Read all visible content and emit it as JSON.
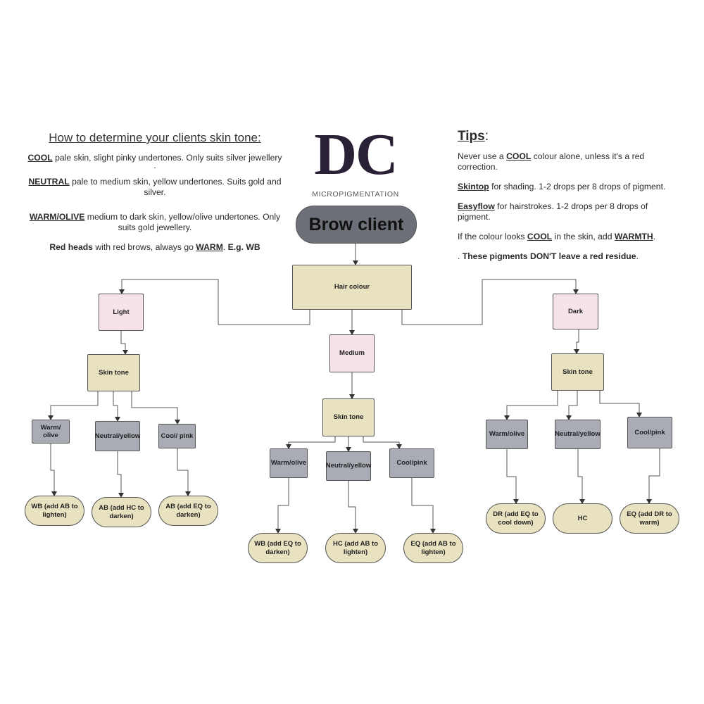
{
  "left_panel": {
    "heading": "How to determine your clients skin tone:",
    "cool_label": "COOL",
    "cool_text": " pale skin, slight pinky undertones. Only suits silver jewellery",
    "cool_dot": ".",
    "neutral_label": " NEUTRAL",
    "neutral_text": " pale to medium skin, yellow undertones. Suits gold and silver.",
    "warm_label": "WARM/OLIVE",
    "warm_text": " medium to dark skin, yellow/olive undertones. Only suits gold jewellery.",
    "red_label": "Red heads",
    "red_text": " with red brows, always go ",
    "red_warm": "WARM",
    "red_dot": ". ",
    "red_eg": "E.g. WB"
  },
  "logo": {
    "letters": "DC",
    "subtitle": "MICROPIGMENTATION"
  },
  "tips": {
    "heading": "Tips",
    "heading_colon": ":",
    "t1_a": "Never use a ",
    "t1_kw": "COOL",
    "t1_b": " colour alone, unless it's a red correction.",
    "t2_kw": "Skintop",
    "t2_b": " for shading. 1-2 drops per 8 drops of pigment.",
    "t3_kw": "Easyflow",
    "t3_b": " for hairstrokes. 1-2 drops per 8 drops of pigment.",
    "t4_a": "If the colour looks ",
    "t4_kw": "COOL",
    "t4_b": " in the skin, add ",
    "t4_kw2": "WARMTH",
    "t4_c": ".",
    "t5_a": ". ",
    "t5_b": "These pigments DON'T leave a red residue",
    "t5_c": "."
  },
  "title": "Brow client",
  "nodes": {
    "hair_colour": "Hair colour",
    "light": "Light",
    "medium": "Medium",
    "dark": "Dark",
    "skin_tone_left": "Skin tone",
    "skin_tone_mid": "Skin tone",
    "skin_tone_right": "Skin tone",
    "l_warm": "Warm/ olive",
    "l_neutral": "Neutral/yellow",
    "l_cool": "Cool/ pink",
    "m_warm": "Warm/olive",
    "m_neutral": "Neutral/yellow",
    "m_cool": "Cool/pink",
    "r_warm": "Warm/olive",
    "r_neutral": "Neutral/yellow",
    "r_cool": "Cool/pink",
    "l_wb": "WB (add AB to lighten)",
    "l_ab": "AB (add HC to darken)",
    "l_ab2": "AB (add EQ to darken)",
    "m_wb": "WB (add EQ to darken)",
    "m_hc": "HC (add AB to lighten)",
    "m_eq": "EQ (add AB to lighten)",
    "r_dr": "DR (add EQ to cool down)",
    "r_hc": "HC",
    "r_eq": "EQ (add DR to warm)"
  },
  "colors": {
    "beige": "#e8e2c0",
    "pink": "#f5e3e9",
    "grey": "#a9abb5",
    "title_pill": "#6e7079",
    "logo": "#2b2136"
  }
}
